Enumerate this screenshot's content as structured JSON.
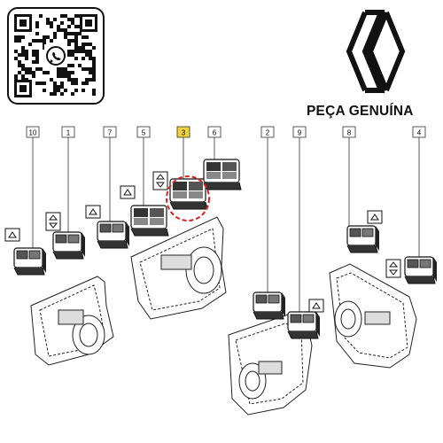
{
  "brand": {
    "tagline": "PEÇA GENUÍNA",
    "logo_icon": "renault-diamond-logo"
  },
  "qr_code": {
    "center_icon": "whatsapp-icon"
  },
  "callouts": [
    {
      "id": "c10",
      "number": "10",
      "highlight": false
    },
    {
      "id": "c1",
      "number": "1",
      "highlight": false
    },
    {
      "id": "c7",
      "number": "7",
      "highlight": false
    },
    {
      "id": "c5",
      "number": "5",
      "highlight": false
    },
    {
      "id": "c3",
      "number": "3",
      "highlight": true
    },
    {
      "id": "c6",
      "number": "6",
      "highlight": false
    },
    {
      "id": "c2",
      "number": "2",
      "highlight": false
    },
    {
      "id": "c9",
      "number": "9",
      "highlight": false
    },
    {
      "id": "c8",
      "number": "8",
      "highlight": false
    },
    {
      "id": "c4",
      "number": "4",
      "highlight": false
    }
  ],
  "colors": {
    "line": "#333333",
    "highlight_box": "#f2d13a",
    "highlight_circle": "#e02020"
  }
}
